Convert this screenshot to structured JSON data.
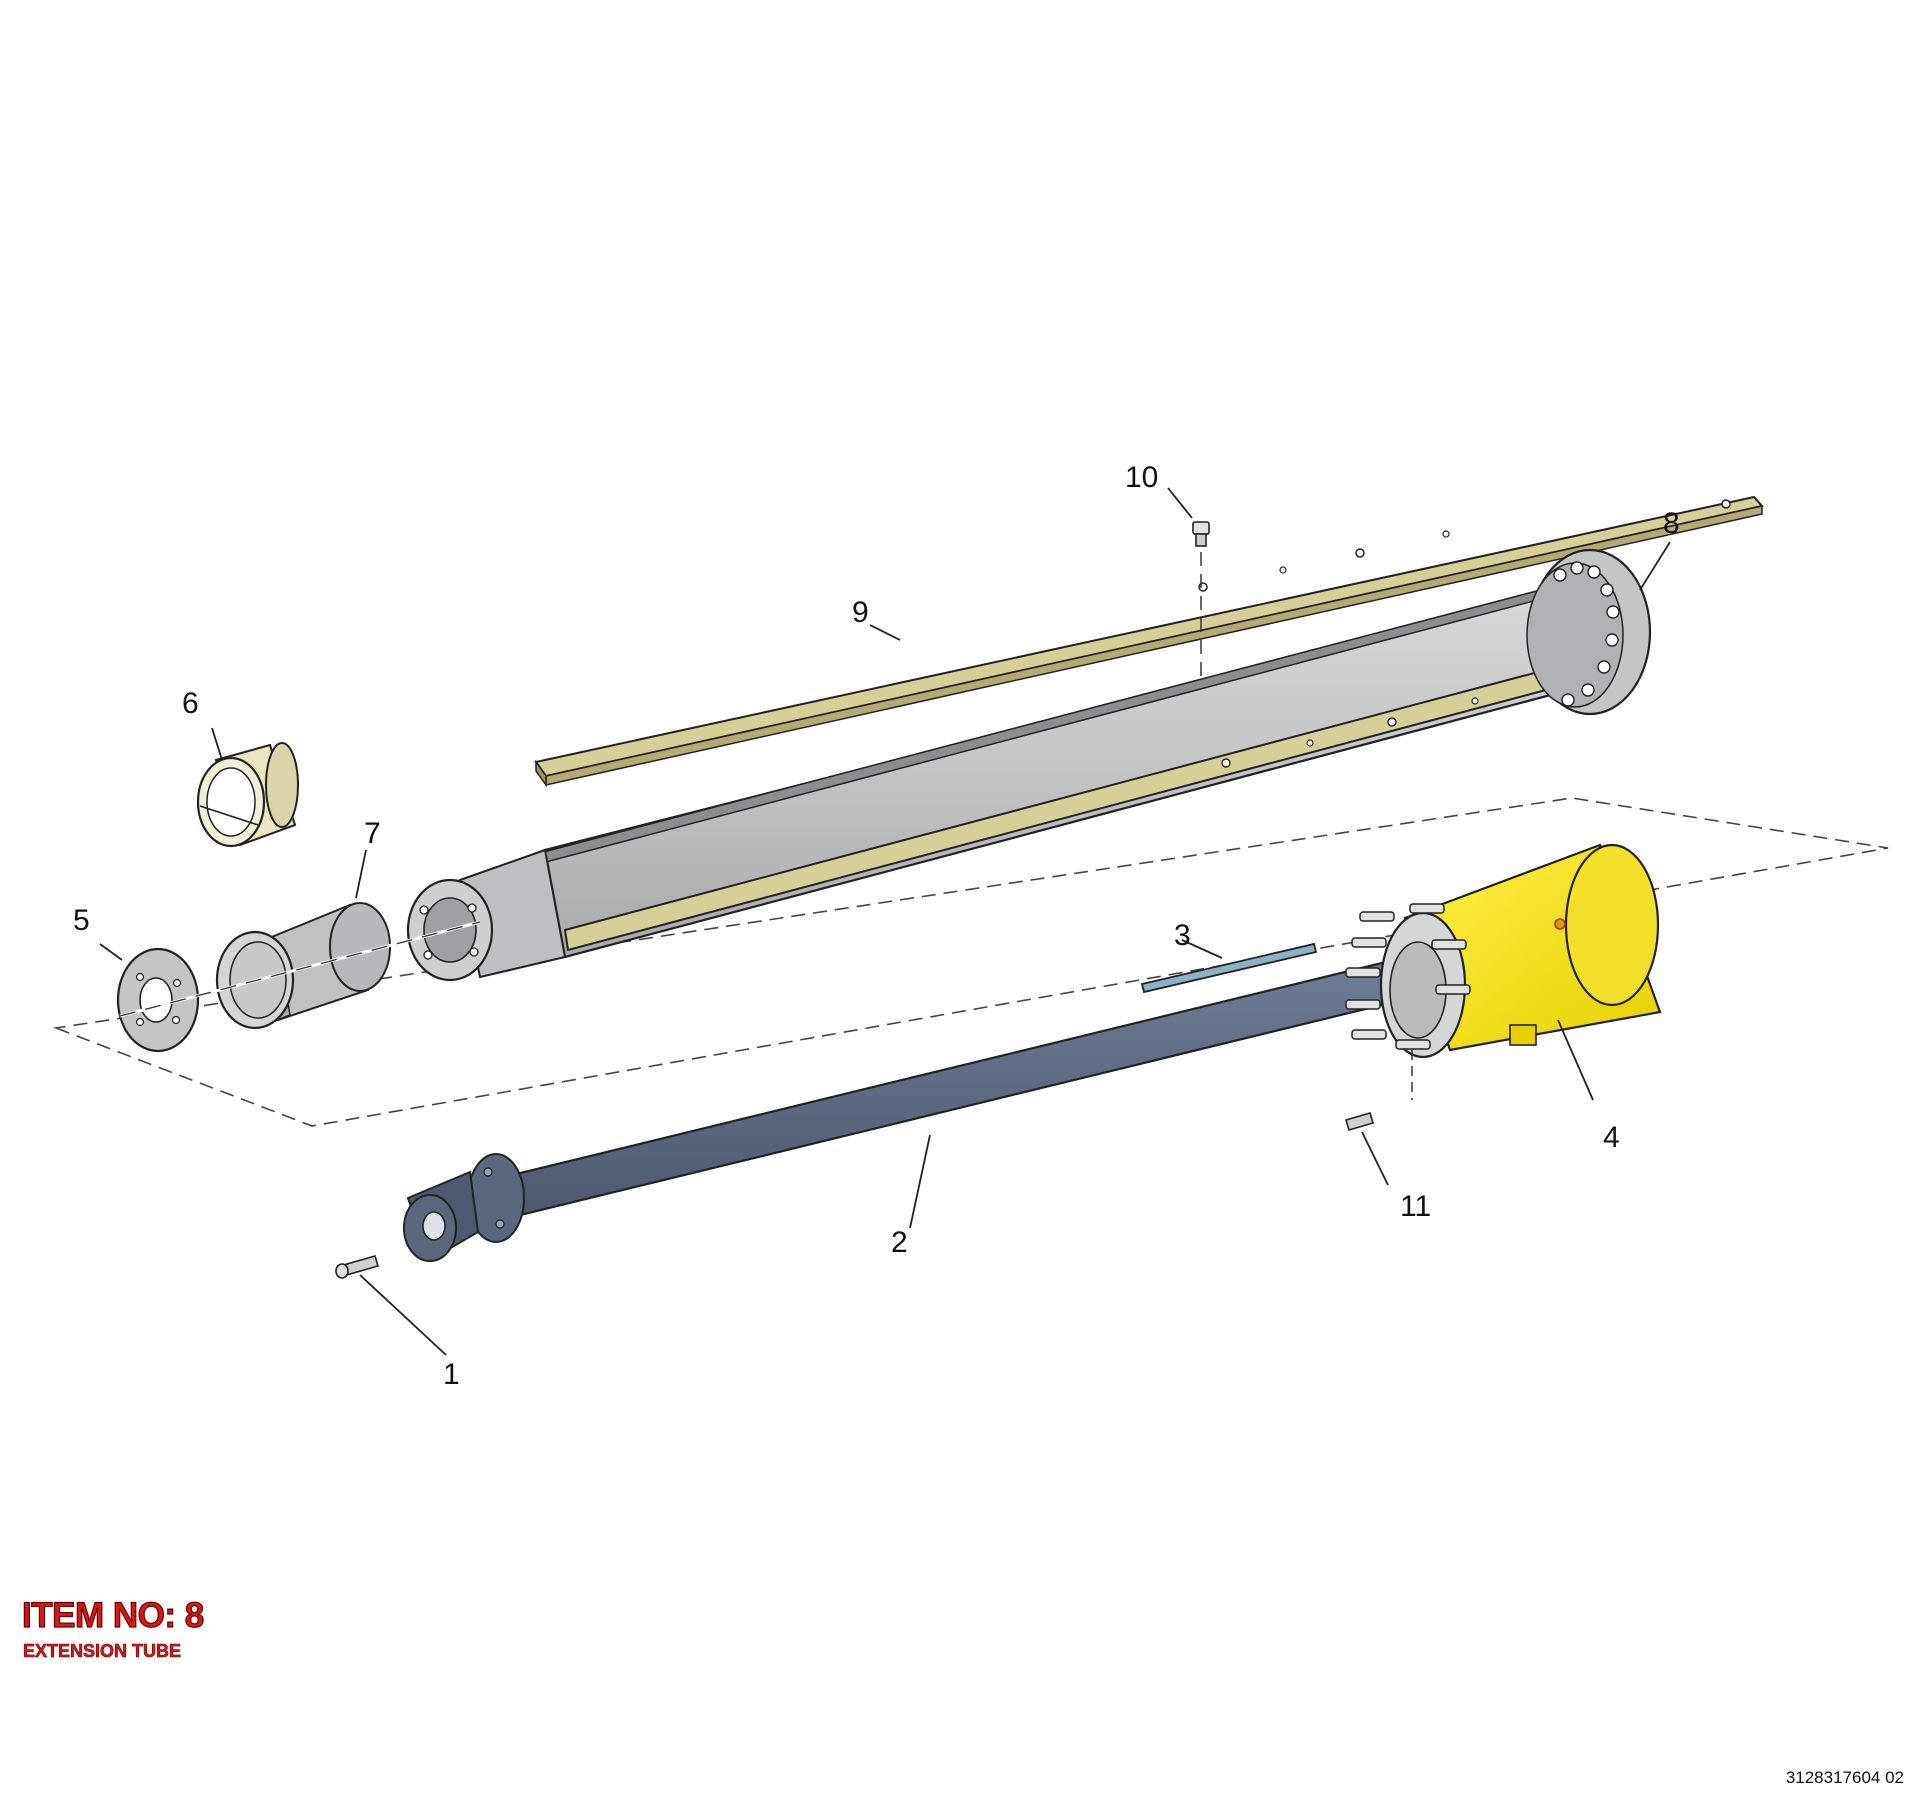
{
  "callouts": [
    "1",
    "2",
    "3",
    "4",
    "5",
    "6",
    "7",
    "8",
    "9",
    "10",
    "11"
  ],
  "item": {
    "title": "ITEM NO: 8",
    "subtitle": "EXTENSION TUBE"
  },
  "drawing_number": "3128317604 02",
  "colors": {
    "extension_tube": "#c4c5c7",
    "wear_pad": "#d7cf98",
    "piston_rod": "#5f6c86",
    "cylinder_head": "#f5e41a",
    "bushing": "#e9e6c4",
    "item_label": "#d21a1a"
  }
}
